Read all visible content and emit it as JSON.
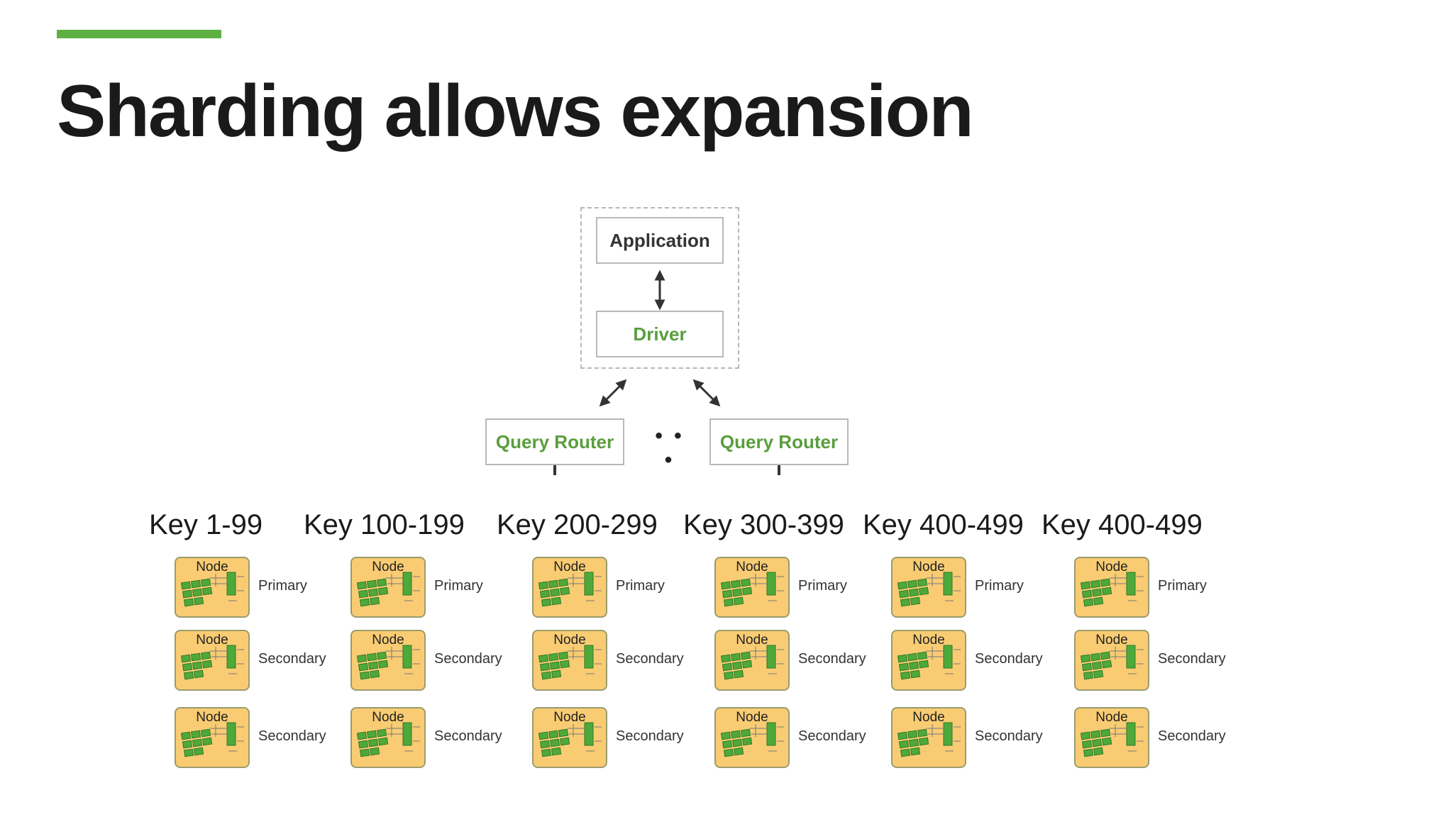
{
  "slide": {
    "title": "Sharding allows expansion",
    "accent_color": "#5fb043"
  },
  "diagram": {
    "application_label": "Application",
    "driver_label": "Driver",
    "routers": [
      {
        "label": "Query Router"
      },
      {
        "label": "Query Router"
      }
    ],
    "router_ellipsis": "• • •",
    "node_label": "Node",
    "node_color": "#f9cc73",
    "shards": [
      {
        "key": "Key 1-99",
        "roles": [
          "Primary",
          "Secondary",
          "Secondary"
        ]
      },
      {
        "key": "Key 100-199",
        "roles": [
          "Primary",
          "Secondary",
          "Secondary"
        ]
      },
      {
        "key": "Key 200-299",
        "roles": [
          "Primary",
          "Secondary",
          "Secondary"
        ]
      },
      {
        "key": "Key 300-399",
        "roles": [
          "Primary",
          "Secondary",
          "Secondary"
        ]
      },
      {
        "key": "Key 400-499",
        "roles": [
          "Primary",
          "Secondary",
          "Secondary"
        ]
      },
      {
        "key": "Key 400-499",
        "roles": [
          "Primary",
          "Secondary",
          "Secondary"
        ]
      }
    ]
  }
}
